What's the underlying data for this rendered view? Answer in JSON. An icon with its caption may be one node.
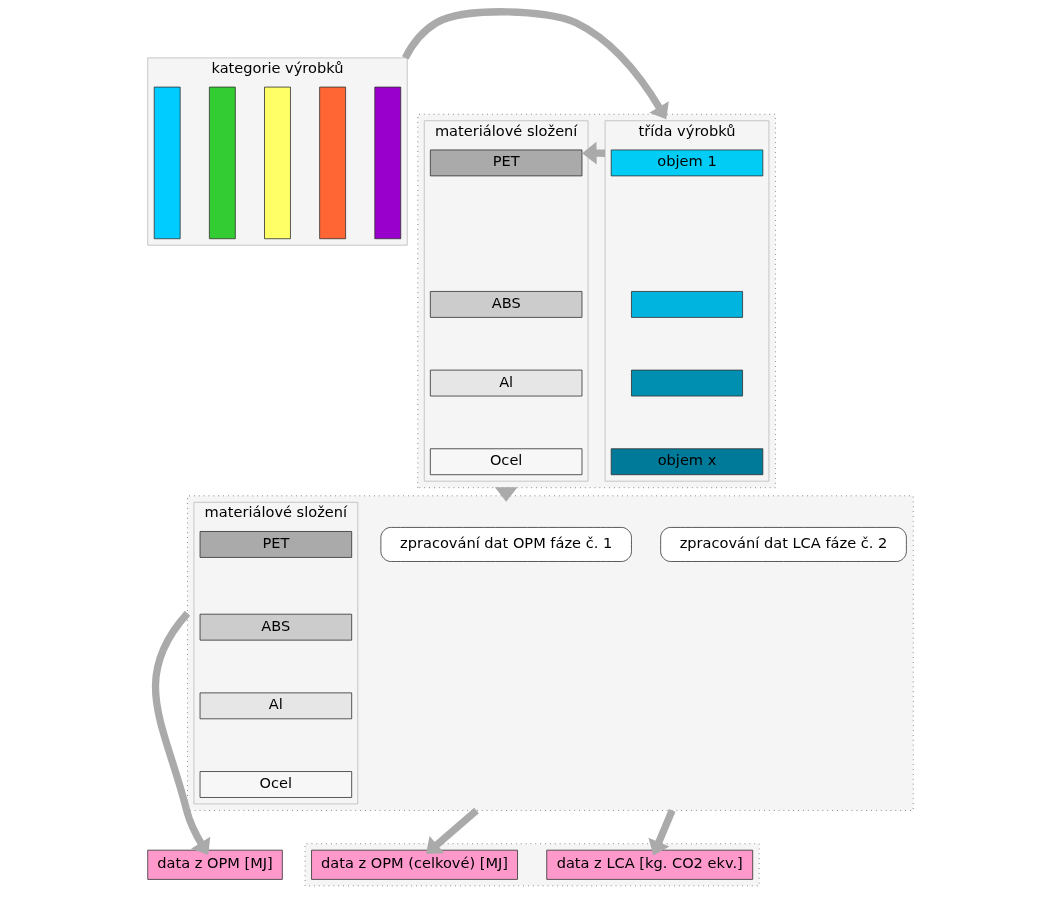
{
  "diagram": {
    "nodes": [
      {
        "text": [
          "kategorie výrobků"
        ]
      },
      {
        "text": [],
        "shape": "bar",
        "in": 0
      },
      {
        "text": [],
        "shape": "bar",
        "in": 0
      },
      {
        "text": [],
        "shape": "bar",
        "in": 0
      },
      {
        "text": [],
        "shape": "bar",
        "in": 0
      },
      {
        "text": [],
        "shape": "bar",
        "in": 0
      },
      {
        "text": [],
        "shape": "box"
      },
      {
        "text": [
          "třída výrobků"
        ],
        "in": 6
      },
      {
        "text": [
          "objem 1"
        ],
        "in": 7
      },
      {
        "text": [],
        "shape": "bar",
        "in": 7
      },
      {
        "text": [],
        "shape": "bar",
        "in": 7
      },
      {
        "text": [
          "objem x"
        ],
        "in": 7
      },
      {
        "text": [
          "materiálové složení"
        ],
        "in": 6
      },
      {
        "text": [
          "PET"
        ],
        "in": 12
      },
      {
        "text": [
          "ABS"
        ],
        "in": 12
      },
      {
        "text": [
          "Al"
        ],
        "in": 12
      },
      {
        "text": [
          "Ocel"
        ],
        "in": 12
      },
      {
        "text": [],
        "shape": "box"
      },
      {
        "text": [
          "zpracování dat OPM fáze č. 1"
        ],
        "in": 17
      },
      {
        "text": [
          "materiálové složení"
        ],
        "in": 17
      },
      {
        "text": [
          "PET"
        ],
        "in": 19
      },
      {
        "text": [
          "ABS"
        ],
        "in": 19
      },
      {
        "text": [
          "Al"
        ],
        "in": 19
      },
      {
        "text": [
          "Ocel"
        ],
        "in": 19
      },
      {
        "text": [
          "zpracování dat LCA fáze č. 2"
        ],
        "in": 17
      },
      {
        "text": [
          "data z OPM [MJ]"
        ]
      },
      {
        "text": [],
        "shape": "box"
      },
      {
        "text": [
          "data z OPM (celkové) [MJ]"
        ],
        "in": 26
      },
      {
        "text": [
          "data z LCA [kg. CO2 ekv.]"
        ],
        "in": 26
      }
    ],
    "edges": [
      {
        "from": 0,
        "to": 6,
        "arrow": "to"
      },
      {
        "from": 7,
        "to": 12,
        "arrow": "to"
      },
      {
        "from": 6,
        "to": 17,
        "arrow": "to"
      },
      {
        "from": 17,
        "to": 25,
        "arrow": "to"
      },
      {
        "from": 17,
        "to": 27,
        "arrow": "to"
      },
      {
        "from": 17,
        "to": 28,
        "arrow": "to"
      }
    ]
  }
}
